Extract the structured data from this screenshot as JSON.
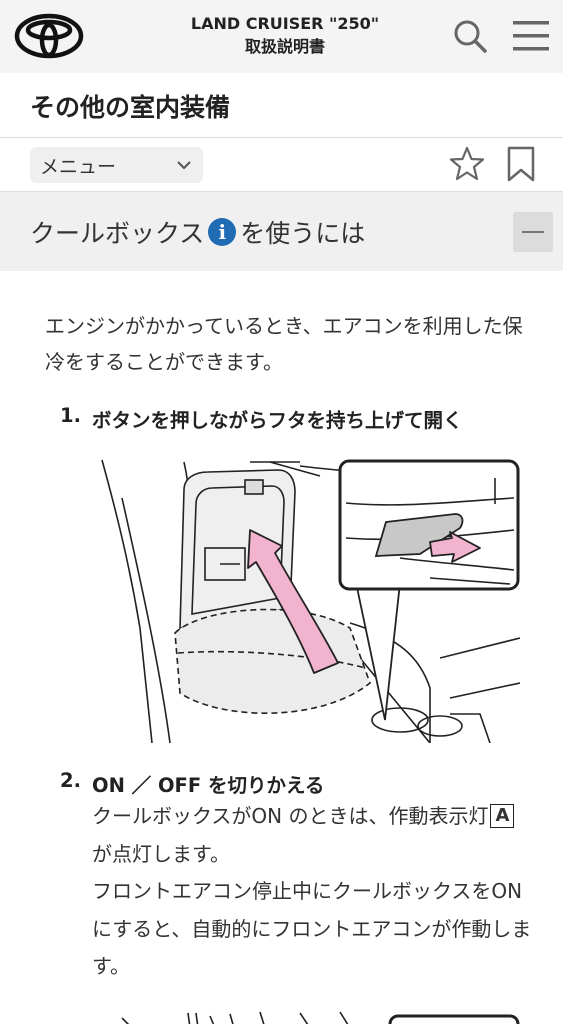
{
  "header": {
    "title_line1": "LAND CRUISER \"250\"",
    "title_line2": "取扱説明書"
  },
  "page": {
    "title": "その他の室内装備"
  },
  "toolbar": {
    "menu_label": "メニュー"
  },
  "section": {
    "title_before": "クールボックス",
    "title_after": "を使うには",
    "info_glyph": "i",
    "intro": "エンジンがかかっているとき、エアコンを利用した保冷をすることができます。"
  },
  "steps": [
    {
      "num": "1.",
      "heading": "ボタンを押しながらフタを持ち上げて開く"
    },
    {
      "num": "2.",
      "heading": "ON ／ OFF を切りかえる",
      "body_part1": "クールボックスがON のときは、作動表示灯",
      "indicator": "A",
      "body_part2": "が点灯します。",
      "body_para2": "フロントエアコン停止中にクールボックスをON にすると、自動的にフロントエアコンが作動します。"
    }
  ],
  "colors": {
    "info_blue": "#1f6bb4",
    "arrow_pink": "#f2b3cf",
    "topbar_bg": "#f4f4f4"
  },
  "icons": {
    "logo": "toyota-logo",
    "search": "search-icon",
    "menu": "hamburger-icon",
    "chevron": "chevron-down-icon",
    "star": "star-icon",
    "bookmark": "bookmark-icon",
    "collapse": "minus-icon"
  }
}
